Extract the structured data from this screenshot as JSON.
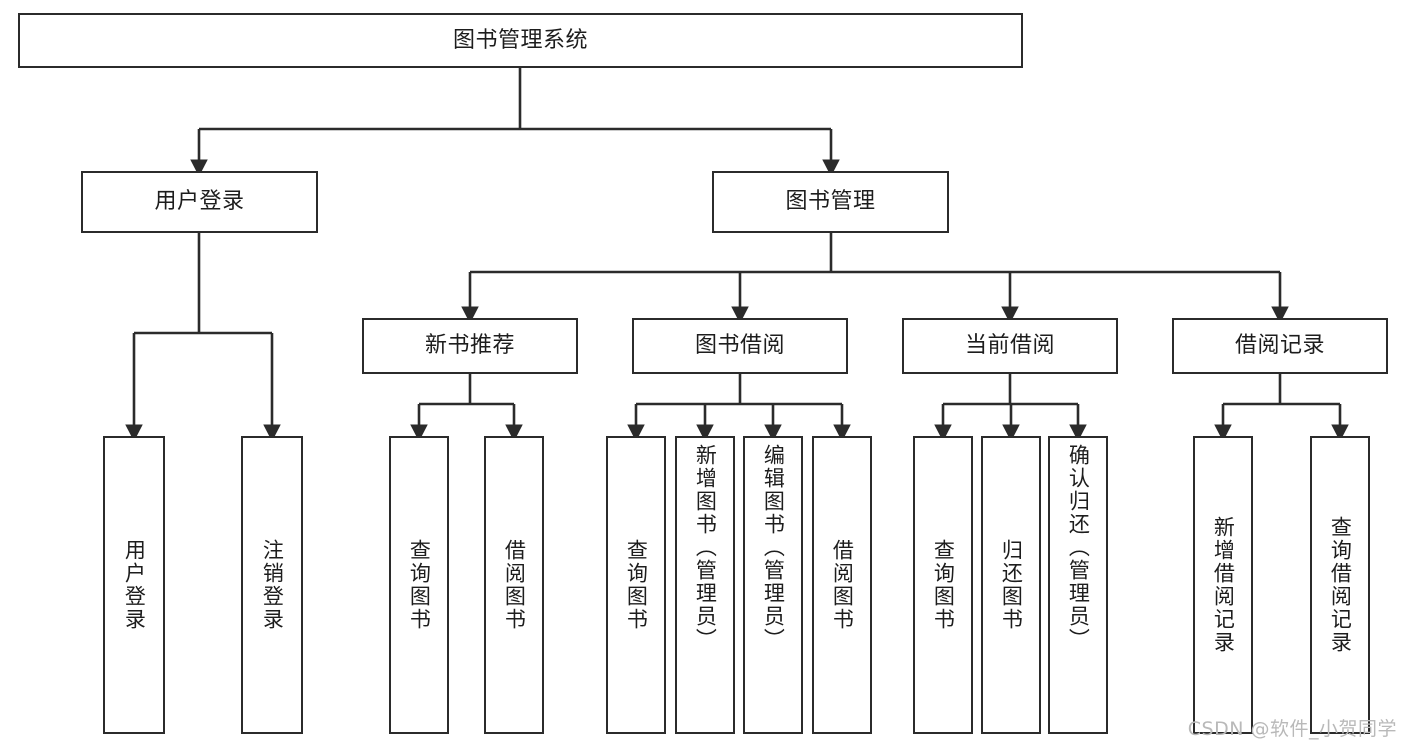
{
  "diagram": {
    "title": "图书管理系统",
    "type": "tree-hierarchy-chart",
    "line_color": "#2b2b2b",
    "box_fill": "#ffffff",
    "text_color": "#1d1d1d",
    "watermark": "CSDN @软件_小贺同学",
    "nodes": {
      "root": {
        "label": "图书管理系统"
      },
      "level2": [
        {
          "id": "user-login",
          "label": "用户登录"
        },
        {
          "id": "book-management",
          "label": "图书管理"
        }
      ],
      "level3": [
        {
          "id": "new-book-recommend",
          "label": "新书推荐"
        },
        {
          "id": "book-borrow",
          "label": "图书借阅"
        },
        {
          "id": "current-borrow",
          "label": "当前借阅"
        },
        {
          "id": "borrow-record",
          "label": "借阅记录"
        }
      ],
      "leaves": {
        "user_login": [
          {
            "id": "leaf-user-login",
            "label": "用户登录"
          },
          {
            "id": "leaf-logout-login",
            "label": "注销登录"
          }
        ],
        "new_book_recommend": [
          {
            "id": "leaf-query-book-1",
            "label": "查询图书"
          },
          {
            "id": "leaf-borrow-book-1",
            "label": "借阅图书"
          }
        ],
        "book_borrow": [
          {
            "id": "leaf-query-book-2",
            "label": "查询图书"
          },
          {
            "id": "leaf-add-book",
            "label": "新增图书（管理员）"
          },
          {
            "id": "leaf-edit-book",
            "label": "编辑图书（管理员）"
          },
          {
            "id": "leaf-borrow-book-2",
            "label": "借阅图书"
          }
        ],
        "current_borrow": [
          {
            "id": "leaf-query-book-3",
            "label": "查询图书"
          },
          {
            "id": "leaf-return-book",
            "label": "归还图书"
          },
          {
            "id": "leaf-confirm-return",
            "label": "确认归还（管理员）"
          }
        ],
        "borrow_record": [
          {
            "id": "leaf-add-record",
            "label": "新增借阅记录"
          },
          {
            "id": "leaf-query-record",
            "label": "查询借阅记录"
          }
        ]
      }
    }
  },
  "chart_data": {
    "type": "table",
    "title": "图书管理系统",
    "levels": [
      {
        "depth": 0,
        "items": [
          "图书管理系统"
        ]
      },
      {
        "depth": 1,
        "items": [
          "用户登录",
          "图书管理"
        ]
      },
      {
        "depth": 2,
        "items": [
          "新书推荐",
          "图书借阅",
          "当前借阅",
          "借阅记录"
        ]
      },
      {
        "depth": 3,
        "items": [
          "用户登录",
          "注销登录",
          "查询图书",
          "借阅图书",
          "查询图书",
          "新增图书（管理员）",
          "编辑图书（管理员）",
          "借阅图书",
          "查询图书",
          "归还图书",
          "确认归还（管理员）",
          "新增借阅记录",
          "查询借阅记录"
        ]
      }
    ],
    "edges": [
      [
        "图书管理系统",
        "用户登录"
      ],
      [
        "图书管理系统",
        "图书管理"
      ],
      [
        "用户登录",
        "用户登录"
      ],
      [
        "用户登录",
        "注销登录"
      ],
      [
        "图书管理",
        "新书推荐"
      ],
      [
        "图书管理",
        "图书借阅"
      ],
      [
        "图书管理",
        "当前借阅"
      ],
      [
        "图书管理",
        "借阅记录"
      ],
      [
        "新书推荐",
        "查询图书"
      ],
      [
        "新书推荐",
        "借阅图书"
      ],
      [
        "图书借阅",
        "查询图书"
      ],
      [
        "图书借阅",
        "新增图书（管理员）"
      ],
      [
        "图书借阅",
        "编辑图书（管理员）"
      ],
      [
        "图书借阅",
        "借阅图书"
      ],
      [
        "当前借阅",
        "查询图书"
      ],
      [
        "当前借阅",
        "归还图书"
      ],
      [
        "当前借阅",
        "确认归还（管理员）"
      ],
      [
        "借阅记录",
        "新增借阅记录"
      ],
      [
        "借阅记录",
        "查询借阅记录"
      ]
    ]
  }
}
